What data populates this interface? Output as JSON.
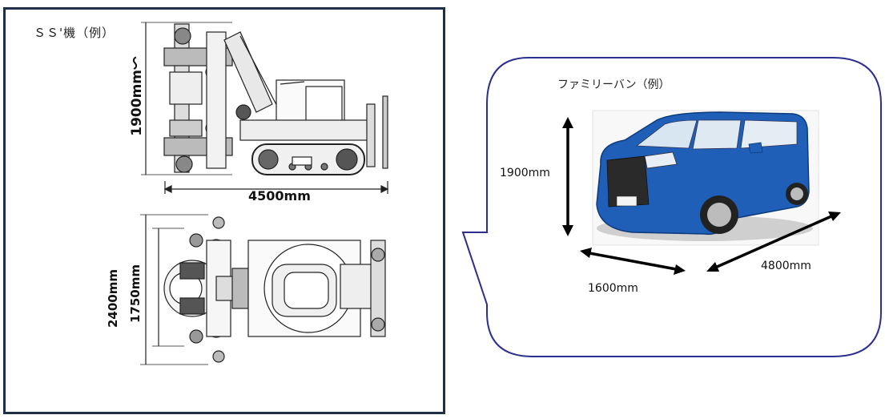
{
  "machine": {
    "title": "ＳＳ'機（例）",
    "height_label": "1900mm～",
    "length_label": "4500mm",
    "width_outer_label": "2400mm",
    "width_inner_label": "1750mm"
  },
  "car": {
    "title": "ファミリーバン（例）",
    "height_label": "1900mm",
    "width_label": "1600mm",
    "length_label": "4800mm",
    "body_color": "#1f5fb8"
  },
  "colors": {
    "panel_border": "#1f2f4a",
    "bubble_border": "#2b2f8f"
  }
}
